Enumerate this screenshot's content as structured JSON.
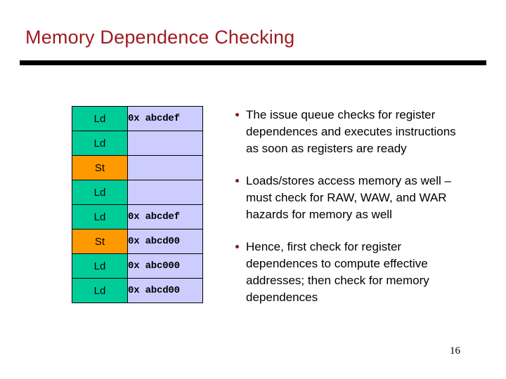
{
  "slide": {
    "title": "Memory Dependence Checking",
    "title_color": "#9E1B20",
    "rule_color": "#000000",
    "page_number": "16",
    "background": "#FFFFFF"
  },
  "table": {
    "colors": {
      "load": "#00CC99",
      "store": "#FF9900",
      "address": "#CCCCFF",
      "border": "#000000"
    },
    "rows": [
      {
        "op": "Ld",
        "kind": "load",
        "address": "0x abcdef"
      },
      {
        "op": "Ld",
        "kind": "load",
        "address": ""
      },
      {
        "op": "St",
        "kind": "store",
        "address": ""
      },
      {
        "op": "Ld",
        "kind": "load",
        "address": ""
      },
      {
        "op": "Ld",
        "kind": "load",
        "address": "0x abcdef"
      },
      {
        "op": "St",
        "kind": "store",
        "address": "0x abcd00"
      },
      {
        "op": "Ld",
        "kind": "load",
        "address": "0x abc000"
      },
      {
        "op": "Ld",
        "kind": "load",
        "address": "0x abcd00"
      }
    ]
  },
  "bullets": {
    "marker_color": "#8B1A1A",
    "items": [
      "The issue queue checks for register dependences and executes instructions as soon as registers are ready",
      "Loads/stores access memory as well – must check for RAW, WAW, and WAR hazards for memory as well",
      "Hence, first check for register dependences to compute effective addresses; then check for memory dependences"
    ]
  }
}
